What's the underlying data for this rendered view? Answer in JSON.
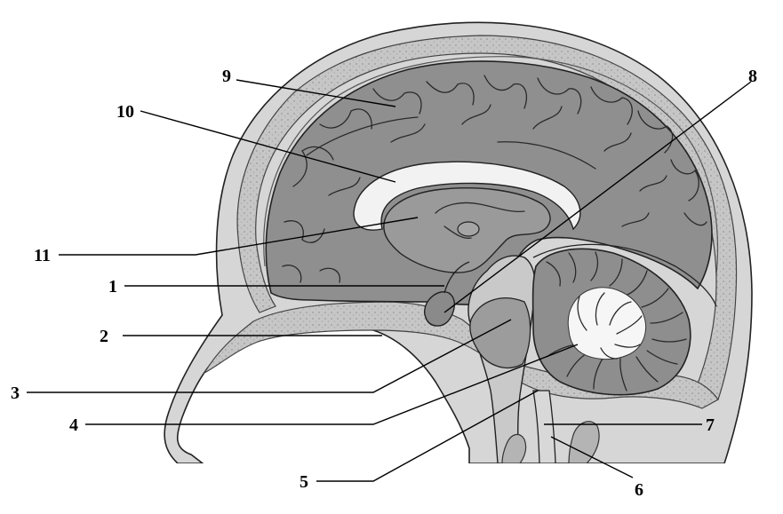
{
  "labels": [
    "1",
    "2",
    "3",
    "4",
    "5",
    "6",
    "7",
    "8",
    "9",
    "10",
    "11"
  ],
  "colors": {
    "skin": "#d4d4d4",
    "bone": "#c2c2c2",
    "bone_dots": "#a5a5a5",
    "brain": "#8f8f8f",
    "ventricle": "#f2f2f2",
    "cerebellum_white": "#f6f6f6",
    "outline": "#222222",
    "label_text": "#000000"
  }
}
